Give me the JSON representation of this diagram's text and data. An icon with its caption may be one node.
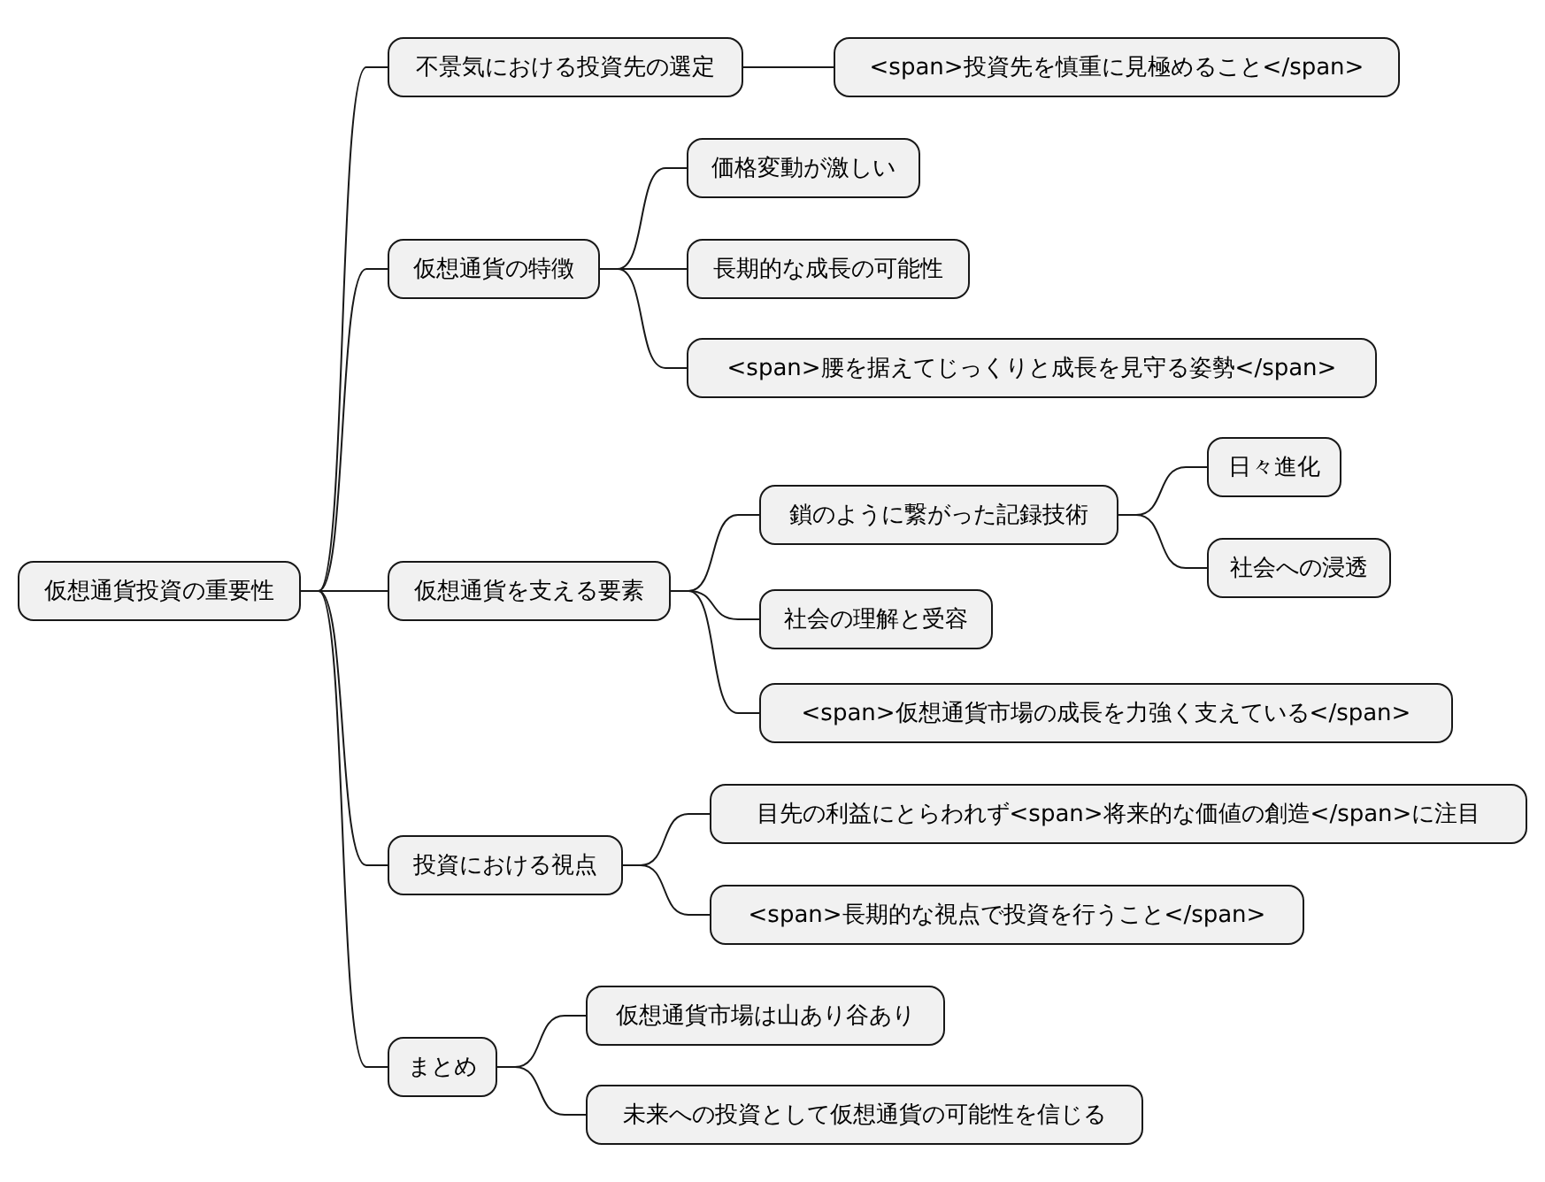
{
  "diagram": {
    "nodes": [
      {
        "text": [
          "仮想通貨投資の重要性"
        ]
      },
      {
        "text": [
          "不景気における投資先の選定"
        ]
      },
      {
        "text": [
          "<span>投資先を慎重に見極めること</span>"
        ]
      },
      {
        "text": [
          "仮想通貨の特徴"
        ]
      },
      {
        "text": [
          "価格変動が激しい"
        ]
      },
      {
        "text": [
          "長期的な成長の可能性"
        ]
      },
      {
        "text": [
          "<span>腰を据えてじっくりと成長を見守る姿勢</span>"
        ]
      },
      {
        "text": [
          "仮想通貨を支える要素"
        ]
      },
      {
        "text": [
          "鎖のように繋がった記録技術"
        ]
      },
      {
        "text": [
          "日々進化"
        ]
      },
      {
        "text": [
          "社会への浸透"
        ]
      },
      {
        "text": [
          "社会の理解と受容"
        ]
      },
      {
        "text": [
          "<span>仮想通貨市場の成長を力強く支えている</span>"
        ]
      },
      {
        "text": [
          "投資における視点"
        ]
      },
      {
        "text": [
          "目先の利益にとらわれず<span>将来的な価値の創造</span>に注目"
        ]
      },
      {
        "text": [
          "<span>長期的な視点で投資を行うこと</span>"
        ]
      },
      {
        "text": [
          "まとめ"
        ]
      },
      {
        "text": [
          "仮想通貨市場は山あり谷あり"
        ]
      },
      {
        "text": [
          "未来への投資として仮想通貨の可能性を信じる"
        ]
      }
    ],
    "edges": [
      {
        "from": 0,
        "to": 1,
        "arrow": "none"
      },
      {
        "from": 1,
        "to": 2,
        "arrow": "none"
      },
      {
        "from": 0,
        "to": 3,
        "arrow": "none"
      },
      {
        "from": 3,
        "to": 4,
        "arrow": "none"
      },
      {
        "from": 3,
        "to": 5,
        "arrow": "none"
      },
      {
        "from": 3,
        "to": 6,
        "arrow": "none"
      },
      {
        "from": 0,
        "to": 7,
        "arrow": "none"
      },
      {
        "from": 7,
        "to": 8,
        "arrow": "none"
      },
      {
        "from": 8,
        "to": 9,
        "arrow": "none"
      },
      {
        "from": 8,
        "to": 10,
        "arrow": "none"
      },
      {
        "from": 7,
        "to": 11,
        "arrow": "none"
      },
      {
        "from": 7,
        "to": 12,
        "arrow": "none"
      },
      {
        "from": 0,
        "to": 13,
        "arrow": "none"
      },
      {
        "from": 13,
        "to": 14,
        "arrow": "none"
      },
      {
        "from": 13,
        "to": 15,
        "arrow": "none"
      },
      {
        "from": 0,
        "to": 16,
        "arrow": "none"
      },
      {
        "from": 16,
        "to": 17,
        "arrow": "none"
      },
      {
        "from": 16,
        "to": 18,
        "arrow": "none"
      }
    ]
  }
}
